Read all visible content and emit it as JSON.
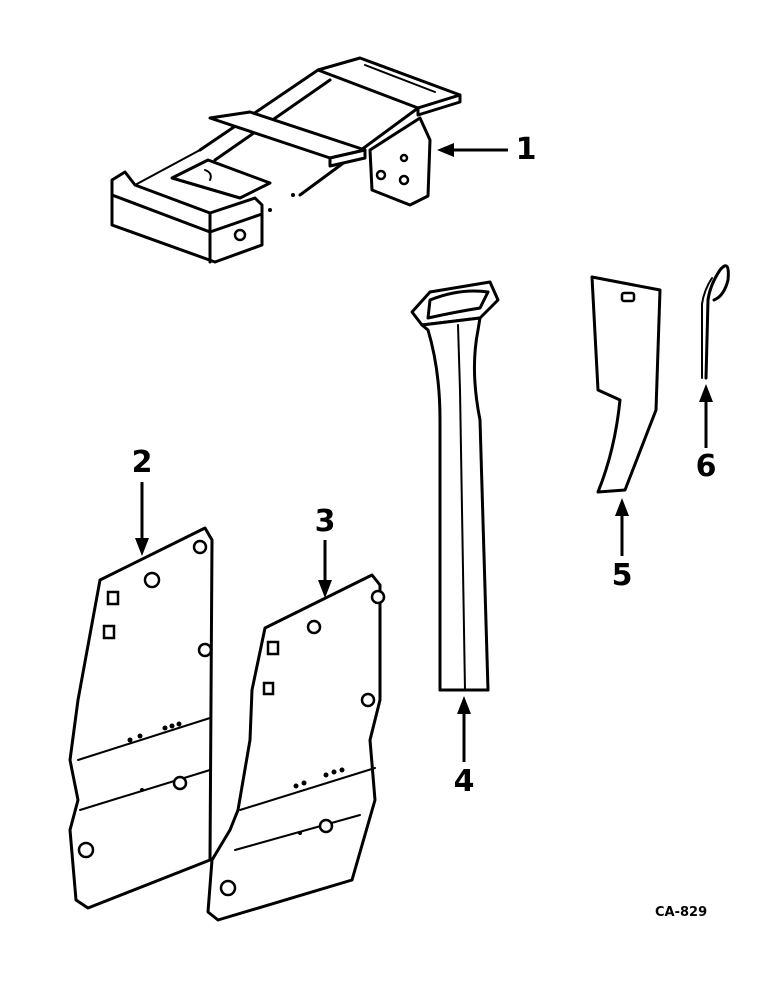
{
  "diagram": {
    "callouts": [
      {
        "id": "1",
        "label": "1"
      },
      {
        "id": "2",
        "label": "2"
      },
      {
        "id": "3",
        "label": "3"
      },
      {
        "id": "4",
        "label": "4"
      },
      {
        "id": "5",
        "label": "5"
      },
      {
        "id": "6",
        "label": "6"
      }
    ],
    "reference_code": "CA-829",
    "ink_color": "#000000",
    "background_color": "#ffffff"
  }
}
